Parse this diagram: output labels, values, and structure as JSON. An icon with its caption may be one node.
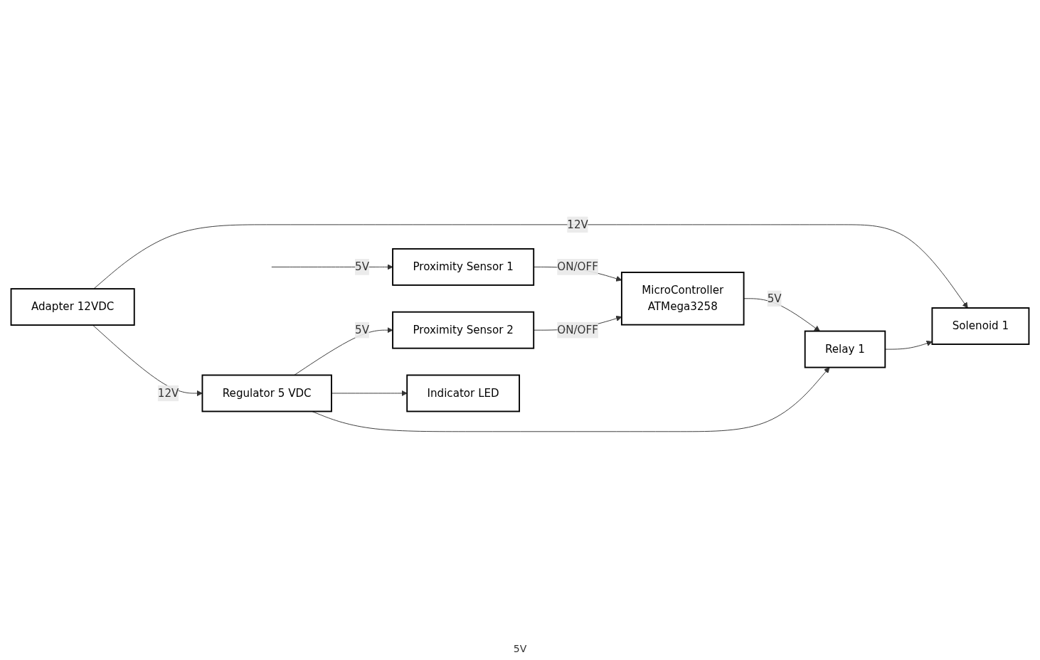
{
  "diagram": {
    "nodes": [
      {
        "text": [
          "Proximity Sensor 2"
        ]
      },
      {
        "text": [
          "Proximity Sensor 1"
        ]
      },
      {
        "text": [
          "MicroController",
          "ATMega3258"
        ]
      },
      {
        "text": [
          "Relay 1"
        ]
      },
      {
        "text": [
          "Solenoid 1"
        ]
      },
      {
        "text": [
          "Indicator LED"
        ]
      },
      {
        "text": [
          "Regulator 5 VDC"
        ]
      },
      {
        "text": [
          "Adapter 12VDC"
        ]
      }
    ],
    "edges": [
      {
        "from": 6,
        "to": 0,
        "arrow": "to",
        "label": "5V"
      },
      {
        "from": null,
        "to": 1,
        "arrow": "to",
        "label": "5V"
      },
      {
        "from": 0,
        "to": 2,
        "arrow": "to",
        "label": "ON/OFF"
      },
      {
        "from": 1,
        "to": 2,
        "arrow": "to",
        "label": "ON/OFF"
      },
      {
        "from": 2,
        "to": 3,
        "arrow": "to",
        "label": "5V"
      },
      {
        "from": 3,
        "to": 4,
        "arrow": "to"
      },
      {
        "from": 6,
        "to": 5,
        "arrow": "to"
      },
      {
        "from": 6,
        "to": 3,
        "arrow": "to"
      },
      {
        "from": 7,
        "to": 4,
        "arrow": "to",
        "label": "12V"
      },
      {
        "from": 7,
        "to": 6,
        "arrow": "to",
        "label": "12V"
      }
    ],
    "labels": [
      "5V"
    ]
  }
}
